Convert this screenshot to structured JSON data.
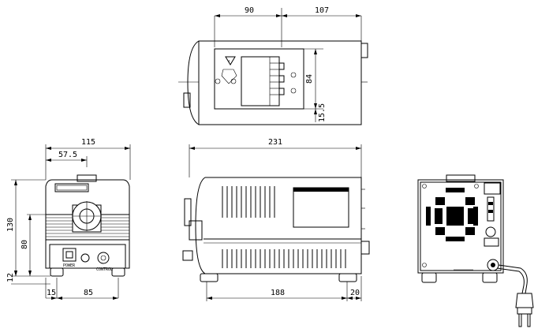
{
  "dimensions": {
    "top_width_a": "90",
    "top_width_b": "107",
    "top_height": "84",
    "top_offset": "15.5",
    "front_width": "115",
    "front_center": "57.5",
    "front_height": "130",
    "front_knob_height": "80",
    "front_foot_height": "12",
    "front_side_offset": "15",
    "front_foot_span": "85",
    "side_length": "231",
    "side_foot_span": "188",
    "side_rear_offset": "20"
  },
  "panel_labels": {
    "power": "POWER",
    "control": "CONTROL"
  }
}
